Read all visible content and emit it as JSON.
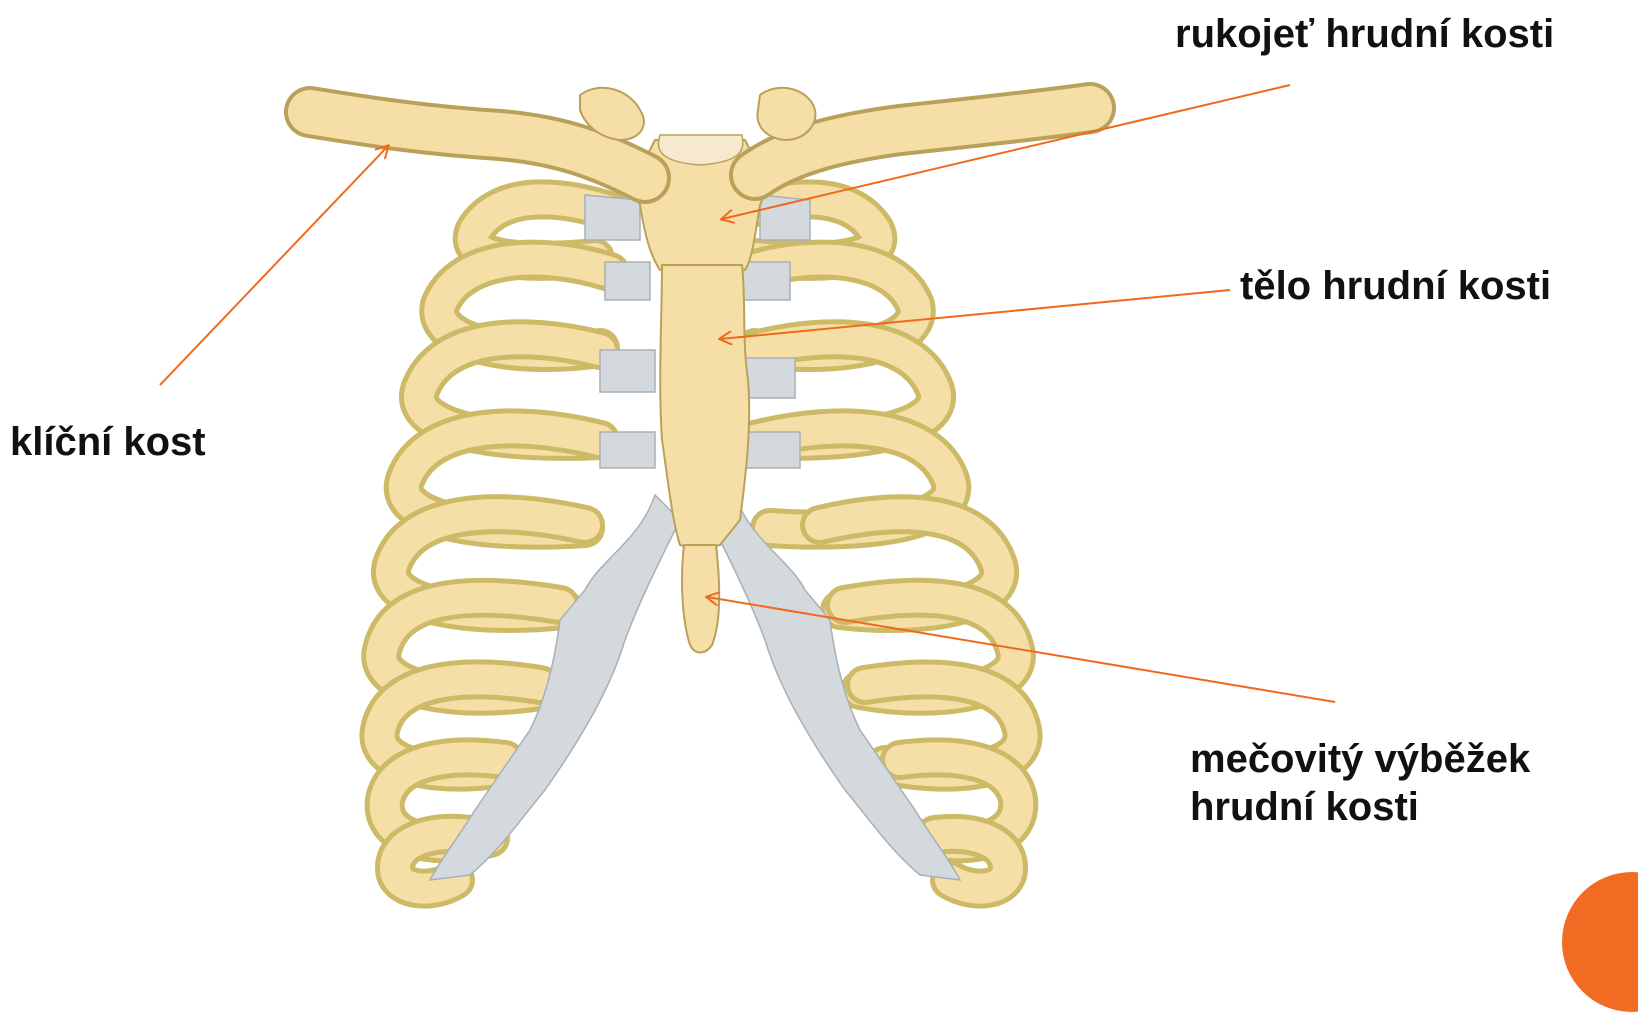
{
  "labels": {
    "rukojet": "rukojeť hrudní kosti",
    "telo": "tělo hrudní kosti",
    "klicni": "klíční kost",
    "mecovity_line1": "mečovitý výběžek",
    "mecovity_line2": "hrudní kosti"
  },
  "colors": {
    "bone": "#F5DFA7",
    "bone_shade": "#CDBA67",
    "bone_outline": "#B9A15A",
    "cartilage": "#D3D9DD",
    "cartilage_outline": "#A8B0B6",
    "manubrium_top": "#F7E9CF",
    "pointer": "#F06A1E",
    "accent_circle": "#F26B22"
  }
}
